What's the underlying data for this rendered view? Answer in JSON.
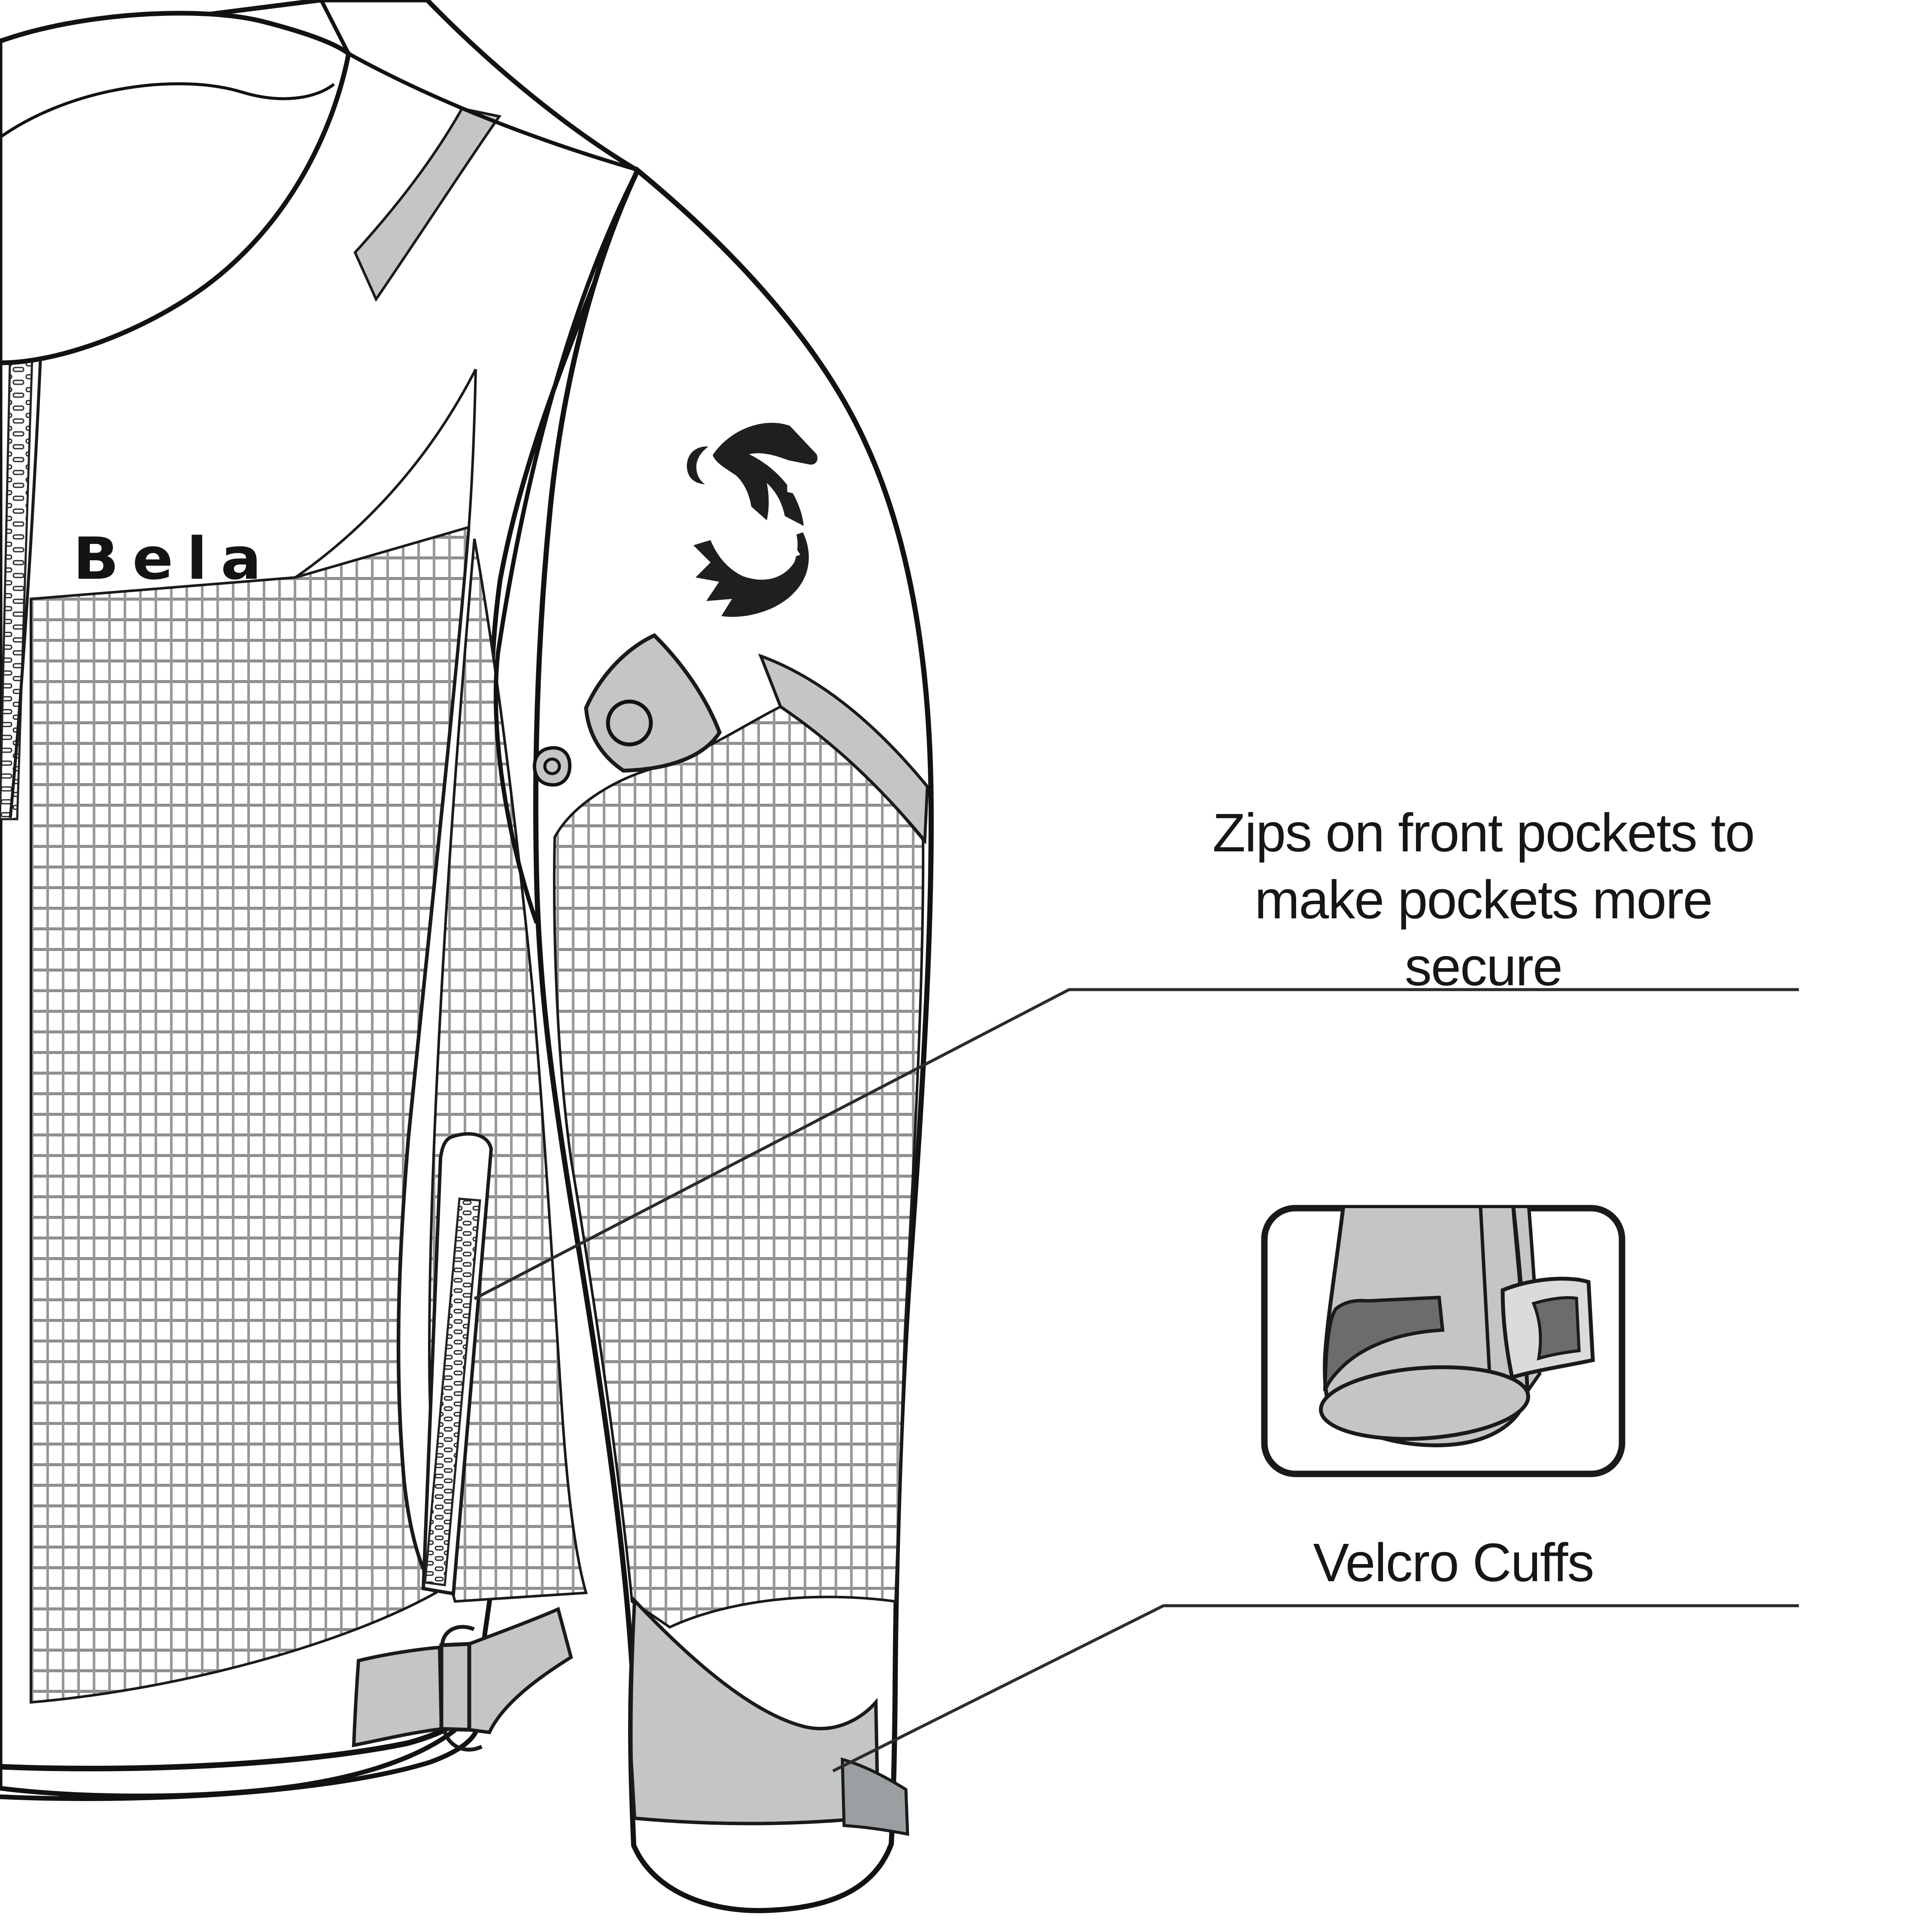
{
  "page": {
    "type": "product-feature-diagram",
    "background": "#ffffff"
  },
  "jacket": {
    "brand_wordmark": "Bela",
    "features": {
      "front_pocket_zip_label": "Zips on front pockets to make pockets more secure",
      "velcro_cuffs_label": "Velcro Cuffs"
    },
    "icons": {
      "bear_logo": "roaring-bear-head",
      "inset_detail": "velcro-cuff-closeup"
    },
    "colors": {
      "outline": "#121212",
      "panel_gray": "#c3c5c7",
      "dark_gray": "#6a6c6e",
      "flap_gray": "#dbdbdb",
      "mesh_line": "#8f8f8f",
      "leader_line": "#2b2b2b",
      "logo_black": "#1f1f1f"
    }
  }
}
